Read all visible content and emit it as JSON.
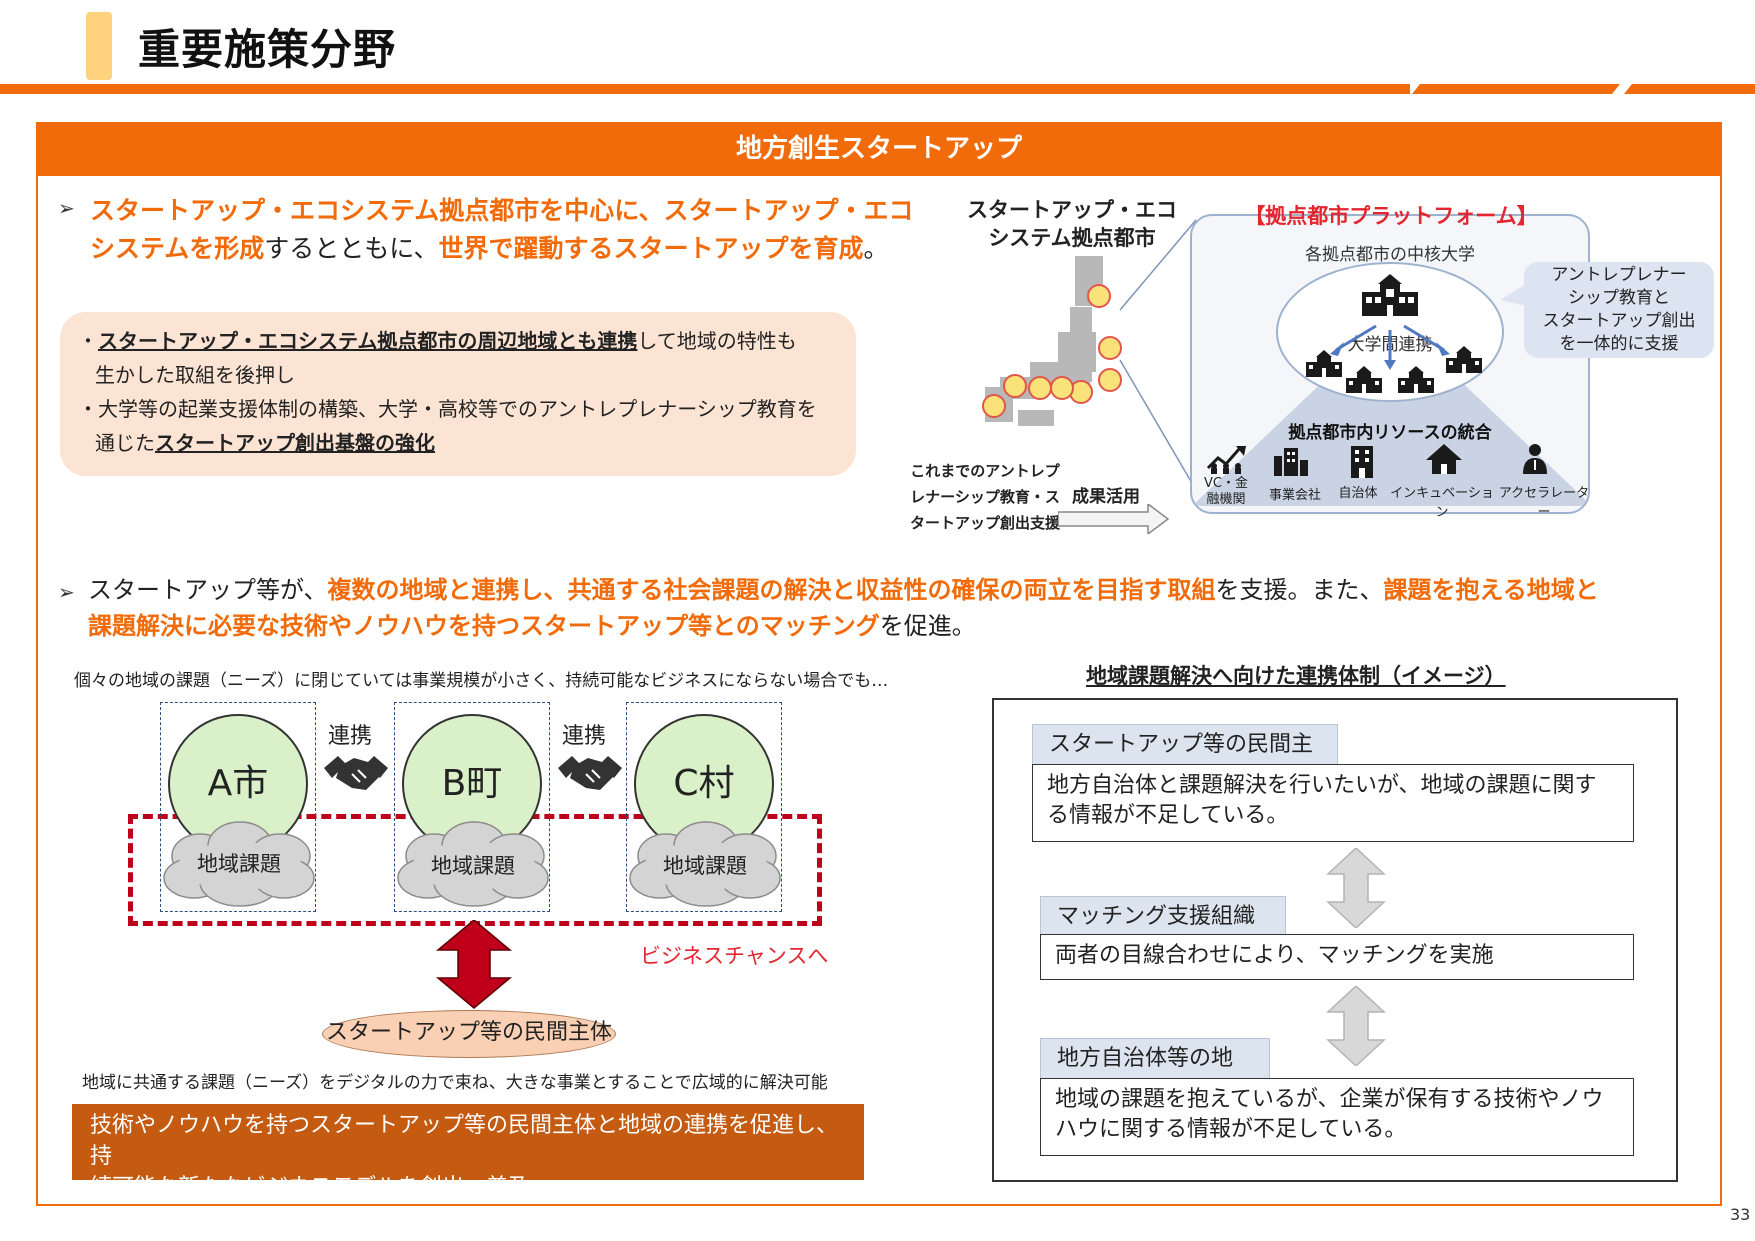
{
  "header": {
    "title": "重要施策分野",
    "page_number": "33",
    "accent_color": "#f26b0a"
  },
  "banner": {
    "title": "地方創生スタートアップ"
  },
  "point1": {
    "marker": "➢",
    "line1_a": "スタートアップ・エコシステム拠点都市を中心に、スタートアップ・エコ",
    "line2_a": "システムを形成",
    "line2_b": "するとともに、",
    "line2_c": "世界で躍動するスタートアップを育成",
    "line2_d": "。"
  },
  "peach_box": {
    "b1_dot": "・",
    "b1_bold": "スタートアップ・エコシステム拠点都市の周辺地域とも連携",
    "b1_rest": "して地域の特性も",
    "b1_line2": "生かした取組を後押し",
    "b2_line1": "・大学等の起業支援体制の構築、大学・高校等でのアントレプレナーシップ教育を",
    "b2_pre": "通じた",
    "b2_bold": "スタートアップ創出基盤の強化"
  },
  "map_diagram": {
    "map_title_1": "スタートアップ・エコ",
    "map_title_2": "システム拠点都市",
    "platform_title": "【拠点都市プラットフォーム】",
    "university_core": "各拠点都市の中核大学",
    "inter_univ": "大学間連携",
    "callout": [
      "アントレプレナー",
      "シップ教育と",
      "スタートアップ創出",
      "を一体的に支援"
    ],
    "resources_title": "拠点都市内リソースの統合",
    "resources": [
      "VC・金融機関",
      "事業会社",
      "自治体",
      "インキュベーション",
      "アクセラレーター"
    ],
    "past_1": "これまでのアントレプ",
    "past_2": "レナーシップ教育・ス",
    "past_3": "タートアップ創出支援",
    "outcome": "成果活用"
  },
  "point2": {
    "marker": "➢",
    "l1_a": "スタートアップ等が、",
    "l1_b": "複数の地域と連携し、共通する社会課題の解決と収益性の確保の両立を目指す取組",
    "l1_c": "を支援。また、",
    "l1_d": "課題を抱える地域と",
    "l2_a": "課題解決に必要な技術やノウハウを持つスタートアップ等とのマッチング",
    "l2_b": "を促進。"
  },
  "left_diagram": {
    "caption_top": "個々の地域の課題（ニーズ）に閉じていては事業規模が小さく、持続可能なビジネスにならない場合でも…",
    "cities": [
      "A市",
      "B町",
      "C村"
    ],
    "link": "連携",
    "issue": "地域課題",
    "business_chance": "ビジネスチャンスへ",
    "private_entity": "スタートアップ等の民間主体",
    "caption_bottom": "地域に共通する課題（ニーズ）をデジタルの力で束ね、大きな事業とすることで広域的に解決可能",
    "result_box": [
      "技術やノウハウを持つスタートアップ等の民間主体と地域の連携を促進し、持",
      "続可能な新たなビジネスモデルを創出・普及"
    ]
  },
  "right_diagram": {
    "title": "地域課題解決へ向けた連携体制（イメージ）",
    "blocks": [
      {
        "label": "スタートアップ等の民間主体",
        "text": [
          "地方自治体と課題解決を行いたいが、地域の課題に関す",
          "る情報が不足している。"
        ]
      },
      {
        "label": "マッチング支援組織",
        "text": [
          "両者の目線合わせにより、マッチングを実施"
        ]
      },
      {
        "label": "地方自治体等の地域",
        "text": [
          "地域の課題を抱えているが、企業が保有する技術やノウ",
          "ハウに関する情報が不足している。"
        ]
      }
    ]
  }
}
